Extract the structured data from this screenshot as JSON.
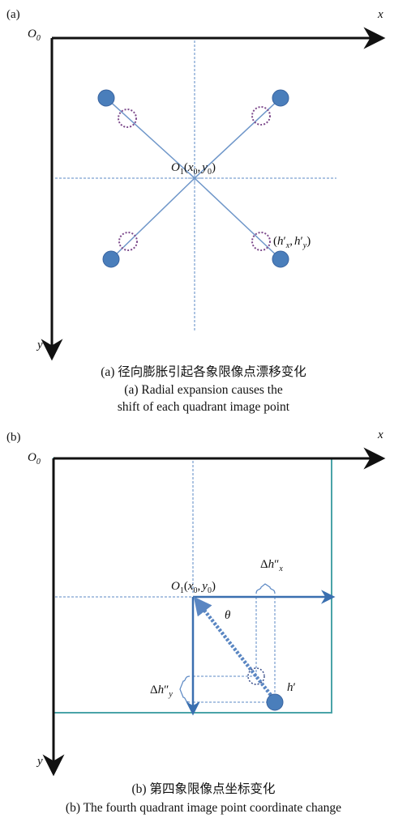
{
  "panel_a": {
    "label": "(a)",
    "axis_x": "x",
    "axis_y": "y",
    "origin_letter": "O",
    "origin_sub": "0",
    "center_letter": "O",
    "center_sub": "1",
    "center_coords_open": "(",
    "center_x": "x",
    "center_x_sub": "0",
    "center_sep": ",",
    "center_y": "y",
    "center_y_sub": "0",
    "center_coords_close": ")",
    "point_open": "(",
    "point_h1": "h",
    "point_h1_prime": "′",
    "point_h1_sub": "x",
    "point_sep": ",",
    "point_h2": "h",
    "point_h2_prime": "′",
    "point_h2_sub": "y",
    "point_close": ")",
    "caption_cn": "(a) 径向膨胀引起各象限像点漂移变化",
    "caption_en_line1": "(a) Radial expansion causes the",
    "caption_en_line2": "shift of each quadrant image point"
  },
  "panel_b": {
    "label": "(b)",
    "axis_x": "x",
    "axis_y": "y",
    "origin_letter": "O",
    "origin_sub": "0",
    "center_letter": "O",
    "center_sub": "1",
    "center_coords_open": "(",
    "center_x": "x",
    "center_x_sub": "0",
    "center_sep": ",",
    "center_y": "y",
    "center_y_sub": "0",
    "center_coords_close": ")",
    "delta_symbol": "Δ",
    "dhx_letter": "h",
    "dhx_prime": "″",
    "dhx_sub": "x",
    "dhy_letter": "h",
    "dhy_prime": "″",
    "dhy_sub": "y",
    "theta": "θ",
    "point_letter": "h",
    "point_prime": "′",
    "caption_cn": "(b) 第四象限像点坐标变化",
    "caption_en": "(b) The fourth quadrant image point coordinate change"
  },
  "colors": {
    "axis": "#111111",
    "point_fill": "#4a7ebb",
    "point_stroke": "#3a64a0",
    "ray": "#6e96c9",
    "dashed_guide": "#5b88c4",
    "shifted_circle": "#7d4a8c",
    "frame_b": "#4aa3a8",
    "vector_b": "#3a6fb0"
  }
}
